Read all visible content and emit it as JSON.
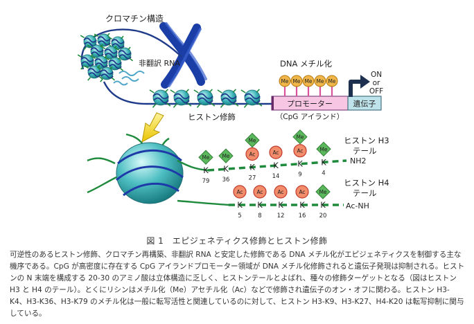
{
  "labels": {
    "chromatin_structure": "クロマチン構造",
    "ncrna": "非翻訳 RNA",
    "dna_methylation": "DNA メチル化",
    "on": "ON",
    "or": "or",
    "off": "OFF",
    "promoter": "プロモーター",
    "gene": "遺伝子",
    "cpg_island": "（CpG アイランド）",
    "histone_modification": "ヒストン修飾",
    "h3_tail_line1": "ヒストン H3",
    "h3_tail_line2": "テール",
    "h4_tail_line1": "ヒストン H4",
    "h4_tail_line2": "テール",
    "nh2": "NH2",
    "ac_nh": "Ac-NH"
  },
  "methyl_marks": [
    "Me",
    "Me",
    "Me",
    "Me",
    "Me"
  ],
  "h3_tail": {
    "residues": [
      {
        "aa": "K",
        "pos": "79",
        "mods": [
          "Me"
        ]
      },
      {
        "aa": "K",
        "pos": "36",
        "mods": [
          "Me"
        ]
      },
      {
        "aa": "K",
        "pos": "27",
        "mods": [
          "Ac",
          "Me"
        ]
      },
      {
        "aa": "K",
        "pos": "14",
        "mods": [
          "Ac"
        ]
      },
      {
        "aa": "K",
        "pos": "9",
        "mods": [
          "Ac",
          "Me"
        ]
      },
      {
        "aa": "K",
        "pos": "4",
        "mods": [
          "Me"
        ]
      }
    ]
  },
  "h4_tail": {
    "residues": [
      {
        "aa": "K",
        "pos": "5",
        "mods": [
          "Ac"
        ]
      },
      {
        "aa": "K",
        "pos": "8",
        "mods": [
          "Ac"
        ]
      },
      {
        "aa": "K",
        "pos": "12",
        "mods": [
          "Ac"
        ]
      },
      {
        "aa": "K",
        "pos": "16",
        "mods": [
          "Ac"
        ]
      },
      {
        "aa": "K",
        "pos": "20",
        "mods": [
          "Me"
        ]
      }
    ]
  },
  "caption": "図 1　エピジェネティクス修飾とヒストン修飾",
  "description": "可逆性のあるヒストン修飾、クロマチン再構築、非翻訳 RNA と安定した修飾である DNA メチル化がエピジェネティクスを制御する主な機序である。CpG が高密度に存在する CpG アイランドプロモーター領域が DNA メチル化修飾されると遺伝子発現は抑制される。ヒストンの N 末端を構成する 20-30 のアミノ酸は立体構造に乏しく、ヒストンテールとよばれ、種々の修飾ターゲットとなる（図はヒストン H3 と H4 のテール）。とくにリシンはメチル化（Me）アセチル化（Ac）などで修飾され遺伝子のオン・オフに関わる。ヒストン H3-K4、H3-K36、H3-K79 のメチル化は一般に転写活性と関連しているのに対して、ヒストン H3-K9、H3-K27、H4-K20 は転写抑制に関与している。",
  "colors": {
    "dna": "#1e3a8a",
    "histone_bead": "#2fa3ad",
    "histone_dark_cap": "#0f766e",
    "me_diamond": "#5cb85c",
    "ac_circle": "#f28c6b",
    "methyl_bulb": "#f0b64a",
    "methyl_stem": "#d9509b",
    "promoter_fill": "#f7c6e3",
    "gene_fill": "#bfe3ea",
    "arrow_yellow": "#f2dc1f",
    "tail_green": "#1e8a3c"
  }
}
